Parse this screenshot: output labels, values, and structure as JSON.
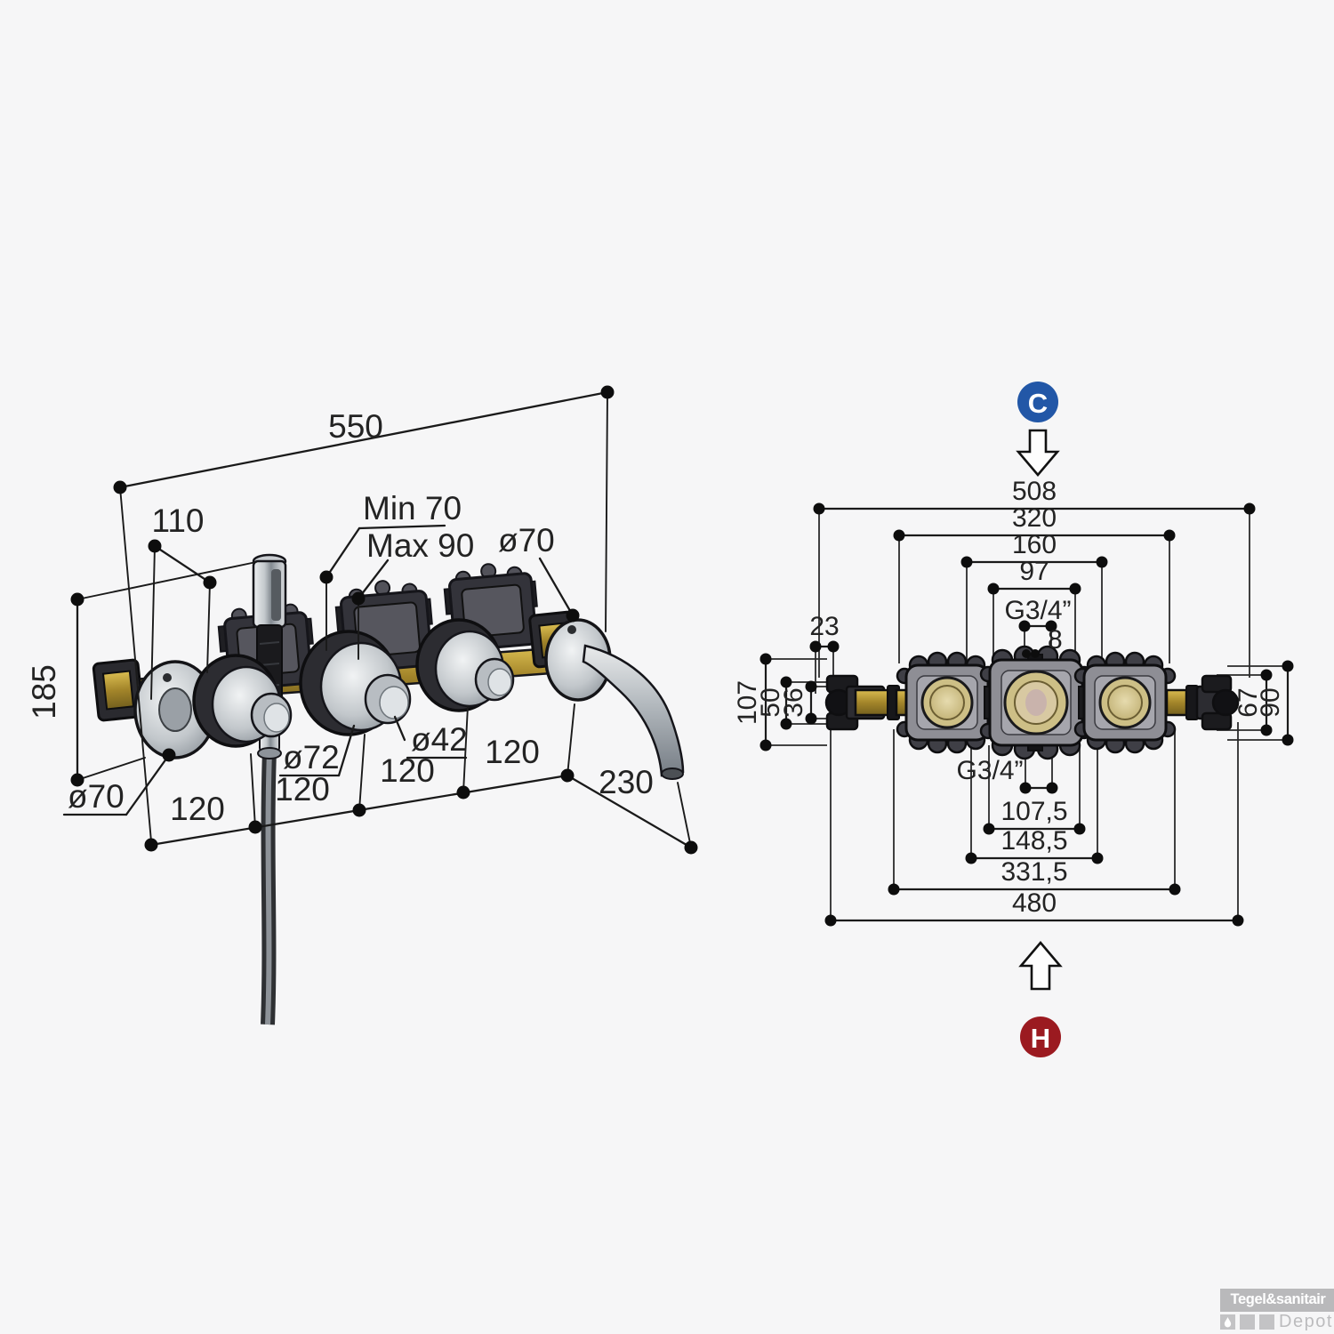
{
  "colors": {
    "cold_blue": "#2257a7",
    "hot_red": "#9b1a20",
    "line": "#1a1a1a"
  },
  "left_view": {
    "dim_550": "550",
    "dim_110": "110",
    "dim_min": "Min 70",
    "dim_max": "Max 90",
    "dia_70_top": "ø70",
    "dim_185": "185",
    "dia_70_bottom": "ø70",
    "dia_72": "ø72",
    "dia_42": "ø42",
    "dim_120_1": "120",
    "dim_120_2": "120",
    "dim_120_3": "120",
    "dim_120_4": "120",
    "dim_230": "230"
  },
  "right_view": {
    "cold_label": "C",
    "hot_label": "H",
    "dim_508": "508",
    "dim_320": "320",
    "dim_160": "160",
    "dim_97": "97",
    "dim_g34_top": "G3/4”",
    "dim_8": "8",
    "dim_23": "23",
    "dim_107": "107",
    "dim_50": "50",
    "dim_36": "36",
    "dim_67": "67",
    "dim_90": "90",
    "dim_g34_bottom": "G3/4”",
    "dim_107_5": "107,5",
    "dim_148_5": "148,5",
    "dim_331_5": "331,5",
    "dim_480": "480"
  },
  "logo": {
    "brand": "Tegel&sanitair",
    "sub": "Depot"
  }
}
